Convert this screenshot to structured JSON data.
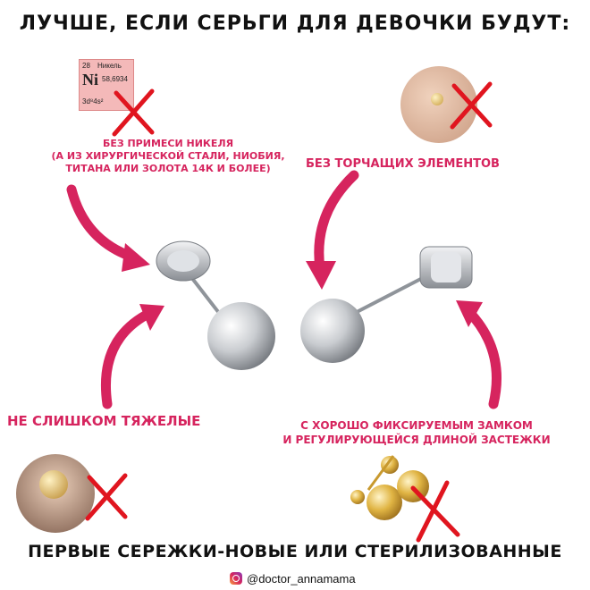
{
  "header": {
    "title": "ЛУЧШЕ, ЕСЛИ СЕРЬГИ ДЛЯ ДЕВОЧКИ БУДУТ:"
  },
  "element_tile": {
    "number": "28",
    "name": "Никель",
    "symbol": "Ni",
    "mass": "58,6934",
    "config": "3d⁸4s²"
  },
  "labels": {
    "nickel_line1": "БЕЗ ПРИМЕСИ НИКЕЛЯ",
    "nickel_line2": "(А ИЗ ХИРУРГИЧЕСКОЙ СТАЛИ, НИОБИЯ,",
    "nickel_line3": "ТИТАНА ИЛИ ЗОЛОТА 14К И БОЛЕЕ)",
    "no_protruding": "БЕЗ ТОРЧАЩИХ ЭЛЕМЕНТОВ",
    "not_heavy": "НЕ СЛИШКОМ ТЯЖЕЛЫЕ",
    "lock_line1": "С ХОРОШО ФИКСИРУЕМЫМ ЗАМКОМ",
    "lock_line2": "И РЕГУЛИРУЮЩЕЙСЯ ДЛИНОЙ ЗАСТЕЖКИ"
  },
  "footer": {
    "title": "ПЕРВЫЕ СЕРЕЖКИ-НОВЫЕ ИЛИ СТЕРИЛИЗОВАННЫЕ",
    "handle": "@doctor_annamama"
  },
  "colors": {
    "accent": "#d6245e",
    "cross": "#e0151f",
    "text": "#111111"
  }
}
